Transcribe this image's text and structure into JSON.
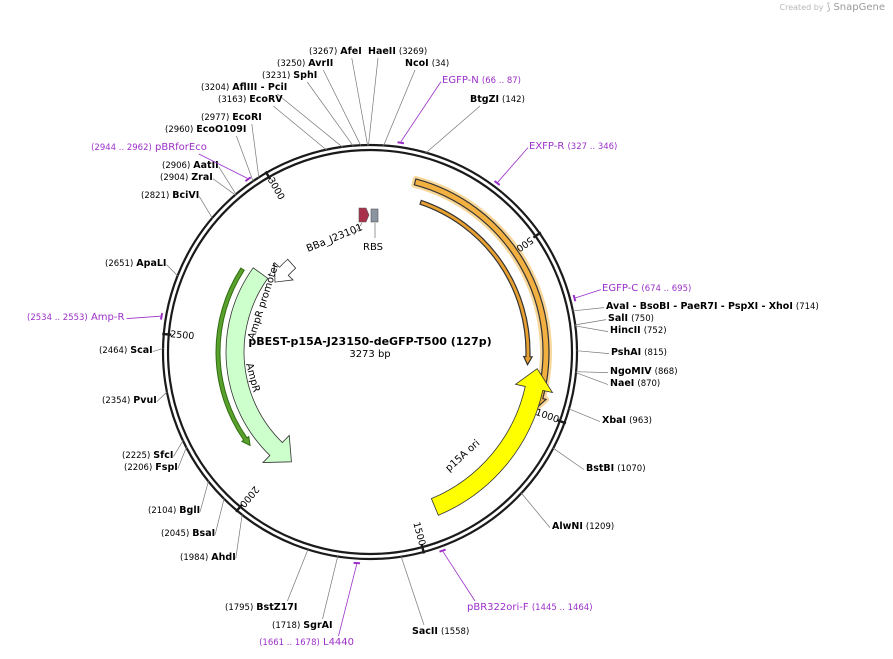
{
  "branding": {
    "created_by": "Created by",
    "app_name": "SnapGene"
  },
  "plasmid": {
    "name": "pBEST-p15A-J23150-deGFP-T500 (127p)",
    "length_label": "3273 bp",
    "length": 3273
  },
  "ticks": [
    {
      "pos": 500,
      "label": "500"
    },
    {
      "pos": 1000,
      "label": "1000"
    },
    {
      "pos": 1500,
      "label": "1500"
    },
    {
      "pos": 2000,
      "label": "2000"
    },
    {
      "pos": 2500,
      "label": "2500"
    },
    {
      "pos": 3000,
      "label": "3000"
    }
  ],
  "features": [
    {
      "name": "deGFP_outer",
      "label": "",
      "start": 135,
      "end": 985,
      "dir": 1,
      "color": "#f2b040",
      "glow": true
    },
    {
      "name": "deGFP_inner",
      "label": "",
      "start": 170,
      "end": 860,
      "dir": 1,
      "color": "#e8a030",
      "glow": false
    },
    {
      "name": "p15A_ori",
      "label": "p15A ori",
      "start": 870,
      "end": 1430,
      "dir": -1,
      "color": "#ffff00",
      "glow": false
    },
    {
      "name": "AmpR",
      "label": "AmpR",
      "start": 1960,
      "end": 2780,
      "dir": -1,
      "color": "#ccffcc",
      "glow": false
    },
    {
      "name": "AmpR_dark",
      "label": "",
      "start": 2110,
      "end": 2755,
      "dir": -1,
      "color": "#5aa02c",
      "glow": false
    },
    {
      "name": "AmpR_promoter",
      "label": "AmpR promoter",
      "start": 2785,
      "end": 2895,
      "dir": -1,
      "color": "#ffffff",
      "glow": false
    },
    {
      "name": "BBa_J23101",
      "label": "BBa_J23101",
      "color": "#a8304a"
    },
    {
      "name": "RBS",
      "label": "RBS",
      "color": "#8a94a0"
    }
  ],
  "primers": [
    {
      "name": "EGFP-N",
      "label": "EGFP-N",
      "range": "(66 .. 87)",
      "pos": 76
    },
    {
      "name": "EXFP-R",
      "label": "EXFP-R",
      "range": "(327 .. 346)",
      "pos": 336
    },
    {
      "name": "EGFP-C",
      "label": "EGFP-C",
      "range": "(674 .. 695)",
      "pos": 684
    },
    {
      "name": "pBR322ori-F",
      "label": "pBR322ori-F",
      "range": "(1445 .. 1464)",
      "pos": 1454
    },
    {
      "name": "L4440",
      "label": "L4440",
      "range": "(1661 .. 1678)",
      "pos": 1669
    },
    {
      "name": "Amp-R",
      "label": "Amp-R",
      "range": "(2534 .. 2553)",
      "pos": 2543
    },
    {
      "name": "pBRforEco",
      "label": "pBRforEco",
      "range": "(2944 .. 2962)",
      "pos": 2953
    }
  ],
  "sites": [
    {
      "name": "AfeI",
      "pos": "(3267)",
      "p": 3267
    },
    {
      "name": "HaeII",
      "pos": "(3269)",
      "p": 3269
    },
    {
      "name": "AvrII",
      "pos": "(3250)",
      "p": 3250
    },
    {
      "name": "NcoI",
      "pos": "(34)",
      "p": 34
    },
    {
      "name": "SphI",
      "pos": "(3231)",
      "p": 3231
    },
    {
      "name": "AflIII - PciI",
      "pos": "(3204)",
      "p": 3204
    },
    {
      "name": "BtgZI",
      "pos": "(142)",
      "p": 142
    },
    {
      "name": "EcoRV",
      "pos": "(3163)",
      "p": 3163
    },
    {
      "name": "EcoRI",
      "pos": "(2977)",
      "p": 2977
    },
    {
      "name": "EcoO109I",
      "pos": "(2960)",
      "p": 2960
    },
    {
      "name": "AatII",
      "pos": "(2906)",
      "p": 2906
    },
    {
      "name": "ZraI",
      "pos": "(2904)",
      "p": 2904
    },
    {
      "name": "BciVI",
      "pos": "(2821)",
      "p": 2821
    },
    {
      "name": "ApaLI",
      "pos": "(2651)",
      "p": 2651
    },
    {
      "name": "ScaI",
      "pos": "(2464)",
      "p": 2464
    },
    {
      "name": "PvuI",
      "pos": "(2354)",
      "p": 2354
    },
    {
      "name": "SfcI",
      "pos": "(2225)",
      "p": 2225
    },
    {
      "name": "FspI",
      "pos": "(2206)",
      "p": 2206
    },
    {
      "name": "BglI",
      "pos": "(2104)",
      "p": 2104
    },
    {
      "name": "BsaI",
      "pos": "(2045)",
      "p": 2045
    },
    {
      "name": "AhdI",
      "pos": "(1984)",
      "p": 1984
    },
    {
      "name": "BstZ17I",
      "pos": "(1795)",
      "p": 1795
    },
    {
      "name": "SgrAI",
      "pos": "(1718)",
      "p": 1718
    },
    {
      "name": "SacII",
      "pos": "(1558)",
      "p": 1558
    },
    {
      "name": "AlwNI",
      "pos": "(1209)",
      "p": 1209
    },
    {
      "name": "BstBI",
      "pos": "(1070)",
      "p": 1070
    },
    {
      "name": "XbaI",
      "pos": "(963)",
      "p": 963
    },
    {
      "name": "NaeI",
      "pos": "(870)",
      "p": 870
    },
    {
      "name": "NgoMIV",
      "pos": "(868)",
      "p": 868
    },
    {
      "name": "PshAI",
      "pos": "(815)",
      "p": 815
    },
    {
      "name": "HincII",
      "pos": "(752)",
      "p": 752
    },
    {
      "name": "SalI",
      "pos": "(750)",
      "p": 750
    },
    {
      "name": "AvaI - BsoBI - PaeR7I - PspXI - XhoI",
      "pos": "(714)",
      "p": 714
    }
  ],
  "colors": {
    "backbone": "#1a1a1a",
    "primer": "#9b30c8",
    "site_line": "#777777"
  }
}
